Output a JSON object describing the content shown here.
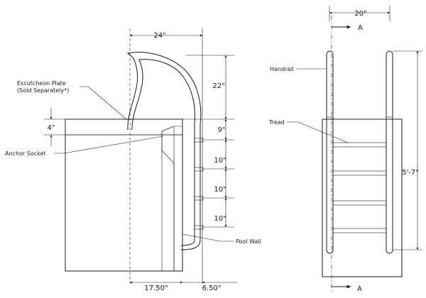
{
  "side_view": {
    "dims": {
      "top_width": "24\"",
      "handrail_height": "22\"",
      "deck_thickness": "4\"",
      "first_step": "9\"",
      "step_2": "10\"",
      "step_3": "10\"",
      "step_4": "10\"",
      "bottom_left": "17.50\"",
      "bottom_right": "6.50\""
    },
    "labels": {
      "escutcheon_line1": "Escutcheon Plate",
      "escutcheon_line2": "(Sold Separately*)",
      "anchor_socket": "Anchor Socket",
      "pool_wall": "Pool Wall"
    }
  },
  "front_view": {
    "dims": {
      "width": "20\"",
      "height": "5'-7\""
    },
    "labels": {
      "handrail": "Handrail",
      "tread": "Tread",
      "section_top": "A",
      "section_bottom": "A"
    }
  },
  "colors": {
    "line": "#1a1a1a",
    "fill": "#ffffff"
  }
}
